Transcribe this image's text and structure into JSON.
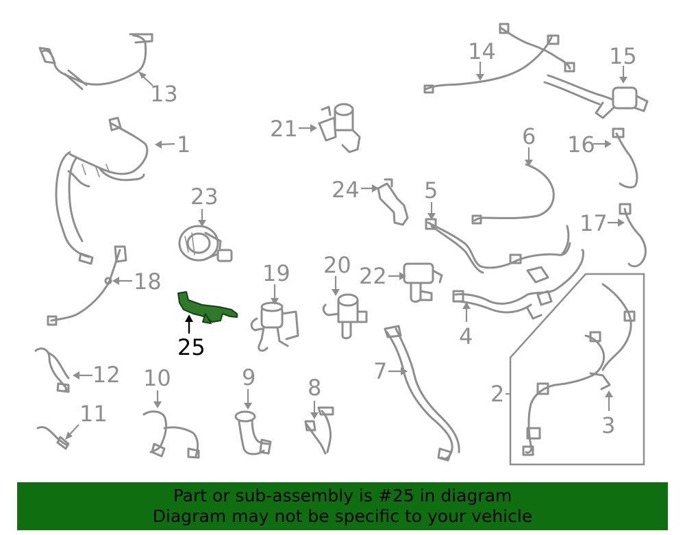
{
  "callouts": {
    "c1": "1",
    "c2": "2",
    "c3": "3",
    "c4": "4",
    "c5": "5",
    "c6": "6",
    "c7": "7",
    "c8": "8",
    "c9": "9",
    "c10": "10",
    "c11": "11",
    "c12": "12",
    "c13": "13",
    "c14": "14",
    "c15": "15",
    "c16": "16",
    "c17": "17",
    "c18": "18",
    "c19": "19",
    "c20": "20",
    "c21": "21",
    "c22": "22",
    "c23": "23",
    "c24": "24",
    "c25": "25"
  },
  "highlight": {
    "part": "25",
    "color": "#2f7a2a"
  },
  "banner": {
    "line1": "Part or sub-assembly is #25 in diagram",
    "line2": "Diagram may not be specific to your vehicle",
    "color": "#0f6e0f"
  }
}
